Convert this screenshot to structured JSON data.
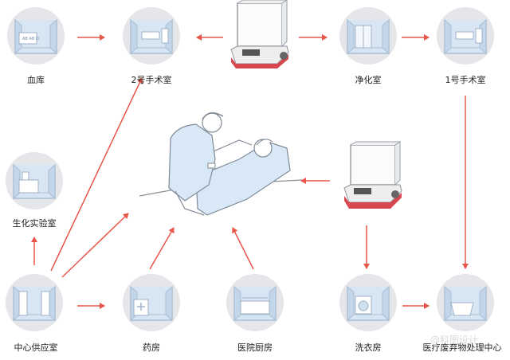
{
  "nodes": {
    "blood_bank": "血库",
    "or2": "2号手术室",
    "purification": "净化室",
    "or1": "1号手术室",
    "biochem_lab": "生化实验室",
    "central_supply": "中心供应室",
    "pharmacy": "药房",
    "kitchen": "医院厨房",
    "laundry": "洗衣房",
    "waste_center": "医疗废弃物处理中心"
  },
  "watermark": "@科图设计",
  "colors": {
    "arrow": "#e8564a",
    "circle": "#e4e6e9",
    "room_wall": "#aabed3",
    "room_floor": "#d8e6f3",
    "robot_red": "#d8474f"
  }
}
